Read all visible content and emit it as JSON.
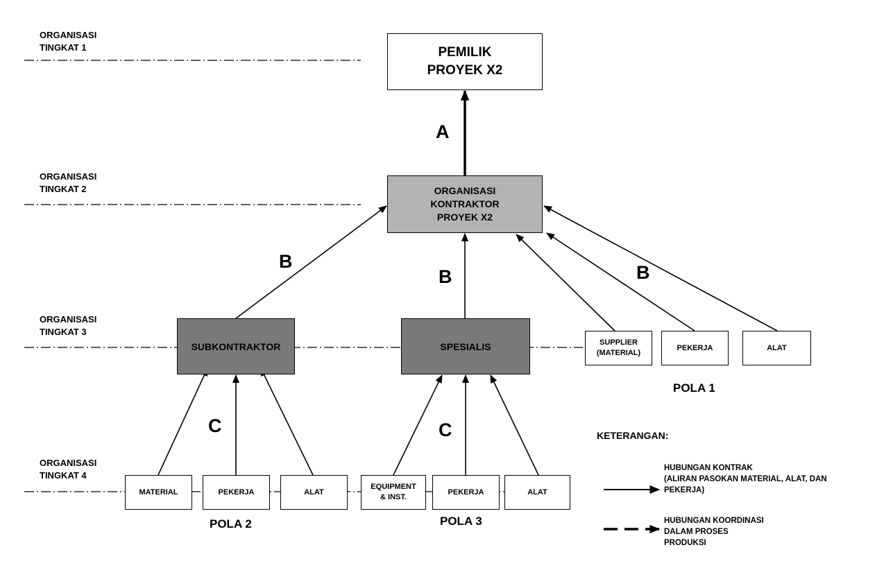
{
  "levels": [
    {
      "line1": "ORGANISASI",
      "line2": "TINGKAT 1"
    },
    {
      "line1": "ORGANISASI",
      "line2": "TINGKAT 2"
    },
    {
      "line1": "ORGANISASI",
      "line2": "TINGKAT 3"
    },
    {
      "line1": "ORGANISASI",
      "line2": "TINGKAT 4"
    }
  ],
  "nodes": {
    "owner": {
      "line1": "PEMILIK",
      "line2": "PROYEK X2"
    },
    "contractor": {
      "line1": "ORGANISASI",
      "line2": "KONTRAKTOR",
      "line3": "PROYEK X2"
    },
    "subkontraktor": "SUBKONTRAKTOR",
    "spesialis": "SPESIALIS",
    "supplier": {
      "line1": "SUPPLIER",
      "line2": "(MATERIAL)"
    },
    "pekerja_l3": "PEKERJA",
    "alat_l3": "ALAT",
    "material": "MATERIAL",
    "pekerja_p2": "PEKERJA",
    "alat_p2": "ALAT",
    "equipment": {
      "line1": "EQUIPMENT",
      "line2": "& INST."
    },
    "pekerja_p3": "PEKERJA",
    "alat_p3": "ALAT"
  },
  "relation_labels": {
    "a": "A",
    "b_left": "B",
    "b_center": "B",
    "b_right": "B",
    "c_left": "C",
    "c_right": "C"
  },
  "patterns": {
    "pola1": "POLA 1",
    "pola2": "POLA 2",
    "pola3": "POLA 3"
  },
  "legend": {
    "title": "KETERANGAN:",
    "contract": {
      "line1": "HUBUNGAN KONTRAK",
      "line2": "(ALIRAN PASOKAN MATERIAL, ALAT, DAN",
      "line3": "PEKERJA)"
    },
    "coordination": {
      "line1": "HUBUNGAN KOORDINASI",
      "line2": "DALAM PROSES",
      "line3": "PRODUKSI"
    }
  }
}
